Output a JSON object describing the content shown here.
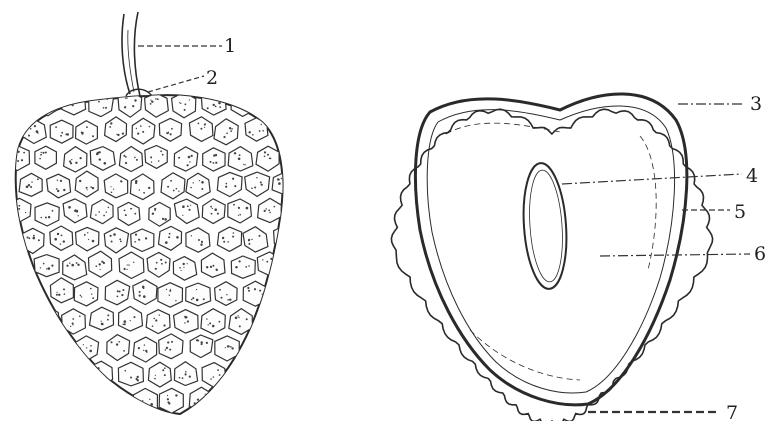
{
  "figure": {
    "labels": [
      "1",
      "2",
      "3",
      "4",
      "5",
      "6",
      "7"
    ]
  }
}
